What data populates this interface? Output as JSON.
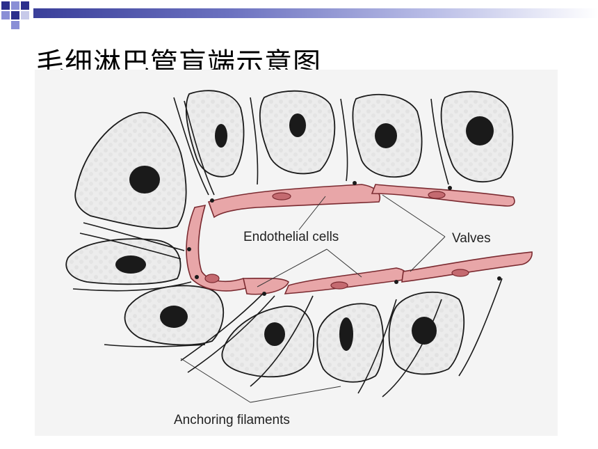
{
  "title": "毛细淋巴管盲端示意图",
  "labels": {
    "endothelial": "Endothelial cells",
    "valves": "Valves",
    "anchoring": "Anchoring filaments"
  },
  "colors": {
    "accent_dark": "#2b2f8c",
    "accent_light": "#8a8fd6",
    "endothelium": "#e8a6a8",
    "endothelium_edge": "#7a2a30",
    "nucleus": "#1a1a1a"
  }
}
